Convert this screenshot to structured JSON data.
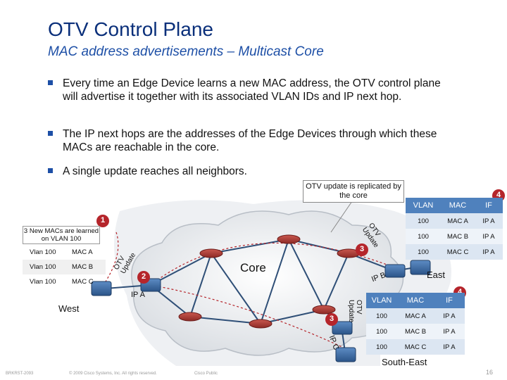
{
  "header": {
    "title": "OTV Control Plane",
    "subtitle": "MAC address advertisements – Multicast Core"
  },
  "bullets": [
    "Every time an Edge Device learns a new MAC address, the OTV control plane will advertise it together with its associated VLAN IDs and IP next hop.",
    "The IP next hops are the addresses of the Edge Devices through which these MACs are reachable in the core.",
    "A single update reaches all neighbors."
  ],
  "diagram": {
    "callout": "OTV update is replicated by the core",
    "core_label": "Core",
    "west_label": "West",
    "east_label": "East",
    "southeast_label": "South-East",
    "west_note": "3 New MACs are learned on VLAN 100",
    "west_ip": "IP A",
    "east_ip": "IP B",
    "southeast_ip": "IP C",
    "otv_update_1": "OTV Update",
    "otv_update_2": "OTV Update",
    "otv_update_3": "OTV Update",
    "steps": [
      "1",
      "2",
      "3",
      "3",
      "4",
      "4"
    ],
    "west_table": [
      [
        "Vlan 100",
        "MAC A"
      ],
      [
        "Vlan 100",
        "MAC B"
      ],
      [
        "Vlan 100",
        "MAC C"
      ]
    ],
    "east_table": {
      "headers": [
        "VLAN",
        "MAC",
        "IF"
      ],
      "rows": [
        [
          "100",
          "MAC A",
          "IP A"
        ],
        [
          "100",
          "MAC B",
          "IP A"
        ],
        [
          "100",
          "MAC C",
          "IP A"
        ]
      ]
    },
    "southeast_table": {
      "headers": [
        "VLAN",
        "MAC",
        "IF"
      ],
      "rows": [
        [
          "100",
          "MAC A",
          "IP A"
        ],
        [
          "100",
          "MAC B",
          "IP A"
        ],
        [
          "100",
          "MAC C",
          "IP A"
        ]
      ]
    }
  },
  "footer": {
    "session": "BRKRST-2093",
    "copyright": "© 2009 Cisco Systems, Inc. All rights reserved.",
    "classification": "Cisco Public",
    "page_number": "16"
  },
  "colors": {
    "title": "#0a2f7a",
    "accent_red": "#b5252b",
    "table_header": "#4f81bd",
    "table_row": "#dce6f2",
    "router": "#3d6ea8"
  }
}
